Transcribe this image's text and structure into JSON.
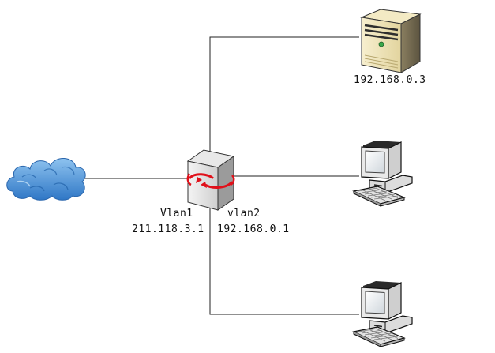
{
  "nodes": {
    "internet": {
      "icon": "cloud-icon"
    },
    "router": {
      "icon": "layer3-switch-icon",
      "left_label": "Vlan1",
      "left_ip": "211.118.3.1",
      "right_label": "vlan2",
      "right_ip": "192.168.0.1"
    },
    "server": {
      "icon": "server-tower-icon",
      "ip": "192.168.0.3"
    },
    "pc1": {
      "icon": "desktop-computer-icon"
    },
    "pc2": {
      "icon": "desktop-computer-icon"
    }
  },
  "colors": {
    "line": "#222222",
    "cloud": "#4a8fd6",
    "accent": "#e0101a"
  }
}
